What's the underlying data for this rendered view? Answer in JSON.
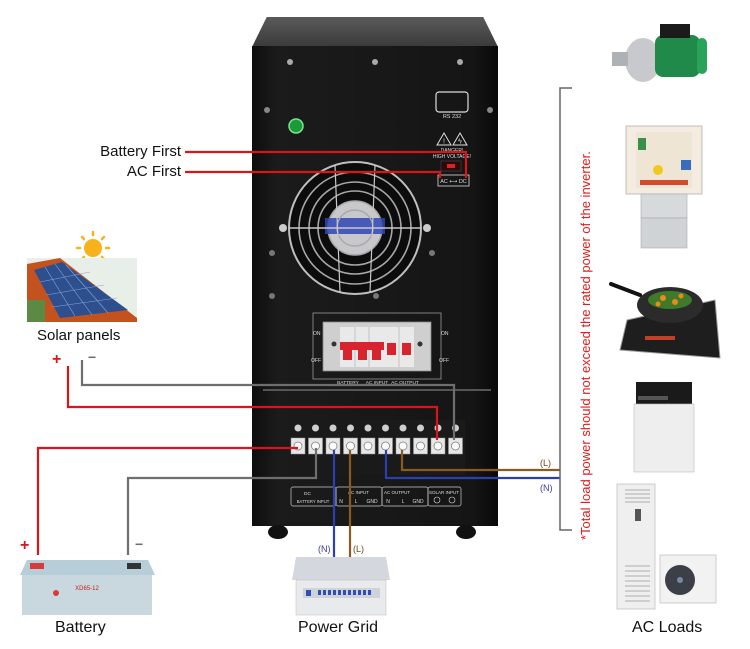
{
  "title": "Solar Inverter Wiring Diagram",
  "labels": {
    "battery_first": "Battery First",
    "ac_first": "AC First",
    "solar_panels": "Solar panels",
    "battery": "Battery",
    "power_grid": "Power Grid",
    "ac_loads": "AC Loads",
    "plus": "+",
    "minus": "−"
  },
  "note": "*Total load power should not exceed the rated power of the inverter.",
  "wire_labels": {
    "neutral": "(N)",
    "live": "(L)"
  },
  "inverter": {
    "rs232": "RS 232",
    "danger": "DANGER!",
    "high_voltage": "HIGH VOLTAGE!",
    "mode_switch": "AC ⟷ DC",
    "breaker_on": "ON",
    "breaker_off": "OFF",
    "breaker_labels": [
      "BATTERY",
      "AC INPUT",
      "AC OUTPUT"
    ],
    "terminal_panel": {
      "dc": "DC",
      "battery_input": "BATTERY INPUT",
      "ac_input": "AC INPUT",
      "ac_output": "AC OUTPUT",
      "solar_input": "SOLAR INPUT",
      "terminals": [
        "N",
        "L",
        "GND",
        "N",
        "L",
        "GND"
      ]
    }
  },
  "battery_model": "XD65-12",
  "ac_loads": [
    "water-pump",
    "refrigerator",
    "induction-cooker",
    "washing-machine",
    "air-conditioner"
  ],
  "colors": {
    "positive_wire": "#d9151b",
    "negative_wire": "#6e6e6e",
    "neutral_wire": "#2b3fae",
    "live_wire": "#8a5a1e",
    "note_text": "#e01b1b",
    "inverter_body": "#141414"
  }
}
